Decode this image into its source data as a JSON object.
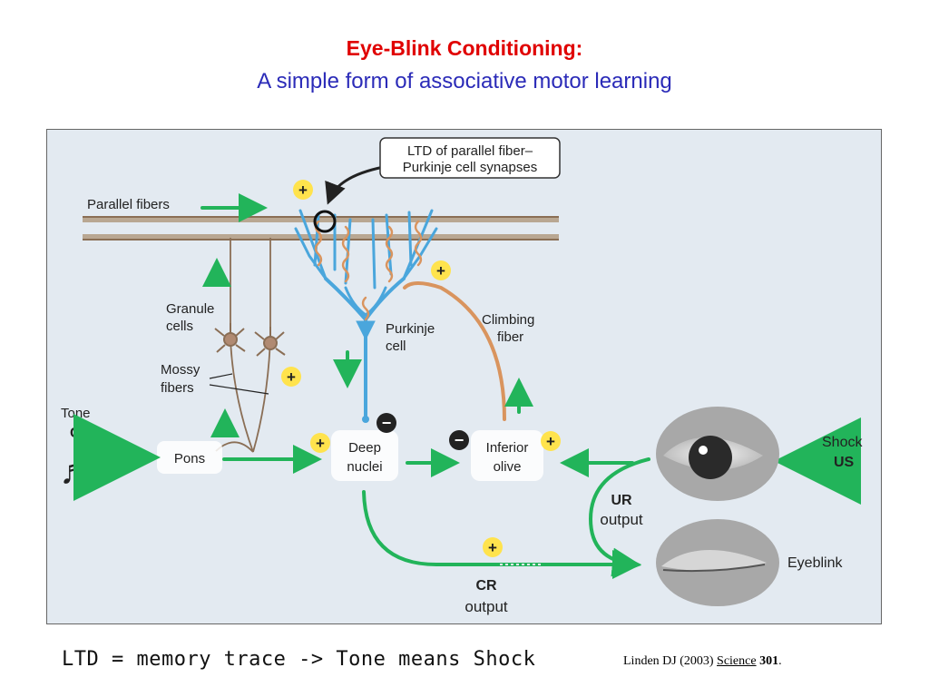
{
  "slide": {
    "title": "Eye-Blink Conditioning:",
    "subtitle": "A simple form of associative motor learning",
    "caption": "LTD = memory trace -> Tone means Shock",
    "citation": {
      "authors": "Linden DJ (2003)",
      "journal": "Science",
      "volume": "301",
      "end": "."
    }
  },
  "diagram": {
    "ltd_callout": [
      "LTD of parallel fiber–",
      "Purkinje cell synapses"
    ],
    "parallel_fibers": "Parallel fibers",
    "granule_cells": [
      "Granule",
      "cells"
    ],
    "mossy_fibers": [
      "Mossy",
      "fibers"
    ],
    "purkinje_cell": [
      "Purkinje",
      "cell"
    ],
    "climbing_fiber": [
      "Climbing",
      "fiber"
    ],
    "tone": "Tone",
    "cs": "CS",
    "pons": "Pons",
    "deep_nuclei": [
      "Deep",
      "nuclei"
    ],
    "inferior_olive": [
      "Inferior",
      "olive"
    ],
    "shock": "Shock",
    "us": "US",
    "ur_output": [
      "UR",
      "output"
    ],
    "cr_output": [
      "CR",
      "output"
    ],
    "eyeblink": "Eyeblink",
    "plus_sign": "+",
    "minus_sign": "−",
    "music_note": "♬",
    "colors": {
      "panel_bg": "#e3eaf1",
      "arrow_green": "#22b45a",
      "purkinje_blue": "#4aa6dc",
      "climbing_orange": "#d9945e",
      "fiber_brown": "#8a6e55",
      "plus_yellow": "#ffe34d"
    }
  }
}
